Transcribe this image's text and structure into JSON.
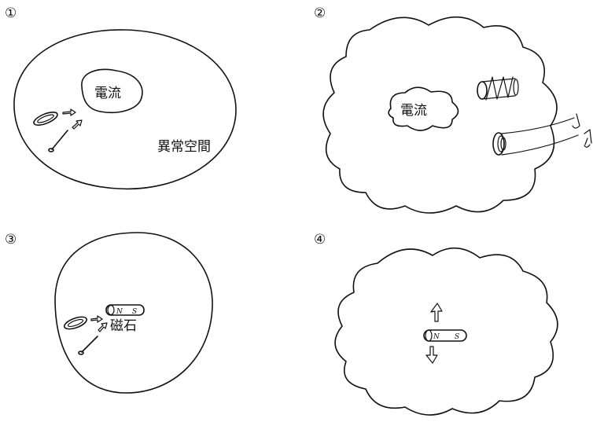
{
  "panels": [
    {
      "marker": "①",
      "labels": {
        "center": "電流",
        "corner": "異常空間"
      }
    },
    {
      "marker": "②",
      "labels": {
        "center": "電流"
      }
    },
    {
      "marker": "③",
      "labels": {
        "magnet_n": "N",
        "magnet_s": "S",
        "magnet": "磁石"
      }
    },
    {
      "marker": "④",
      "labels": {
        "magnet_n": "N",
        "magnet_s": "S"
      }
    }
  ]
}
